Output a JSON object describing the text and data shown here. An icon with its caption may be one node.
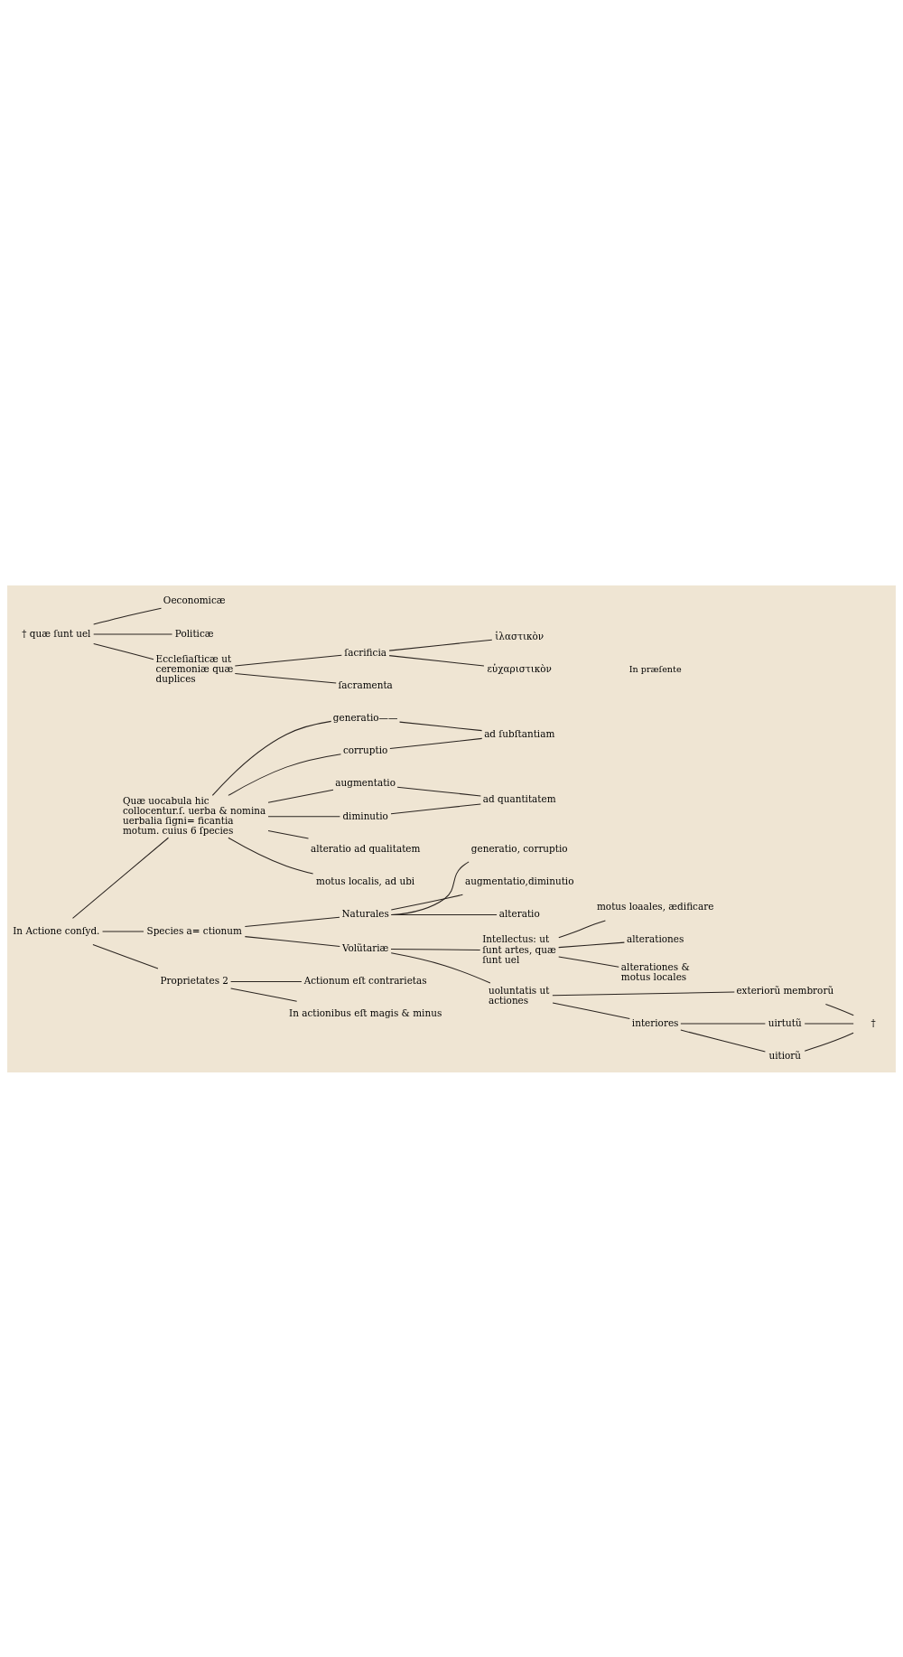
{
  "diagram": {
    "nodes": [
      {
        "text": [
          "In Actione conſyd."
        ]
      },
      {
        "text": [
          "Quæ uocabula hic collocentur.ſ. uerba & nomina uerbalia ſigni= ficantia motum. cuius 6 ſpecies"
        ]
      },
      {
        "text": [
          "generatio——"
        ]
      },
      {
        "text": [
          "corruptio"
        ]
      },
      {
        "text": [
          "augmentatio"
        ]
      },
      {
        "text": [
          "diminutio"
        ]
      },
      {
        "text": [
          "alteratio ad qualitatem"
        ]
      },
      {
        "text": [
          "motus localis, ad ubi"
        ]
      },
      {
        "text": [
          "ad ſubſtantiam"
        ]
      },
      {
        "text": [
          "ad quantitatem"
        ]
      },
      {
        "text": [
          "Species a= ctionum"
        ]
      },
      {
        "text": [
          "Naturales"
        ]
      },
      {
        "text": [
          "generatio, corruptio"
        ]
      },
      {
        "text": [
          "augmentatio,diminutio"
        ]
      },
      {
        "text": [
          "alteratio"
        ]
      },
      {
        "text": [
          "Volũtariæ"
        ]
      },
      {
        "text": [
          "Intellectus: ut ſunt artes, quæ ſunt uel"
        ]
      },
      {
        "text": [
          "motus loaales, ædificare"
        ]
      },
      {
        "text": [
          "alterationes"
        ]
      },
      {
        "text": [
          "alterationes & motus locales"
        ]
      },
      {
        "text": [
          "uoluntatis ut actiones"
        ]
      },
      {
        "text": [
          "exteriorũ membrorũ"
        ]
      },
      {
        "text": [
          "interiores"
        ]
      },
      {
        "text": [
          "uirtutũ"
        ]
      },
      {
        "text": [
          "uitiorũ"
        ]
      },
      {
        "text": [
          "†"
        ]
      },
      {
        "text": [
          "Proprietates 2"
        ]
      },
      {
        "text": [
          "Actionum eſt contrarietas"
        ]
      },
      {
        "text": [
          "In actionibus eſt magis & minus"
        ]
      },
      {
        "text": [
          "† quæ ſunt uel"
        ]
      },
      {
        "text": [
          "Oeconomicæ"
        ]
      },
      {
        "text": [
          "Politicæ"
        ]
      },
      {
        "text": [
          "Eccleſiaſticæ ut ceremoniæ quæ duplices"
        ]
      },
      {
        "text": [
          "ſacrificia"
        ]
      },
      {
        "text": [
          "ſacramenta"
        ]
      },
      {
        "text": [
          "ἱλαστικὸν"
        ]
      },
      {
        "text": [
          "εὐχαριστικὸν"
        ]
      }
    ],
    "edges": [
      {
        "from": 0,
        "to": 1,
        "arrow": "none"
      },
      {
        "from": 0,
        "to": 10,
        "arrow": "none"
      },
      {
        "from": 0,
        "to": 26,
        "arrow": "none"
      },
      {
        "from": 1,
        "to": 2,
        "arrow": "none"
      },
      {
        "from": 1,
        "to": 3,
        "arrow": "none"
      },
      {
        "from": 1,
        "to": 4,
        "arrow": "none"
      },
      {
        "from": 1,
        "to": 5,
        "arrow": "none"
      },
      {
        "from": 1,
        "to": 6,
        "arrow": "none"
      },
      {
        "from": 1,
        "to": 7,
        "arrow": "none"
      },
      {
        "from": 2,
        "to": 8,
        "arrow": "none"
      },
      {
        "from": 3,
        "to": 8,
        "arrow": "none"
      },
      {
        "from": 4,
        "to": 9,
        "arrow": "none"
      },
      {
        "from": 5,
        "to": 9,
        "arrow": "none"
      },
      {
        "from": 10,
        "to": 11,
        "arrow": "none"
      },
      {
        "from": 10,
        "to": 15,
        "arrow": "none"
      },
      {
        "from": 11,
        "to": 12,
        "arrow": "none"
      },
      {
        "from": 11,
        "to": 13,
        "arrow": "none"
      },
      {
        "from": 11,
        "to": 14,
        "arrow": "none"
      },
      {
        "from": 15,
        "to": 16,
        "arrow": "none"
      },
      {
        "from": 15,
        "to": 20,
        "arrow": "none"
      },
      {
        "from": 16,
        "to": 17,
        "arrow": "none"
      },
      {
        "from": 16,
        "to": 18,
        "arrow": "none"
      },
      {
        "from": 16,
        "to": 19,
        "arrow": "none"
      },
      {
        "from": 20,
        "to": 21,
        "arrow": "none"
      },
      {
        "from": 20,
        "to": 22,
        "arrow": "none"
      },
      {
        "from": 22,
        "to": 23,
        "arrow": "none"
      },
      {
        "from": 22,
        "to": 24,
        "arrow": "none"
      },
      {
        "from": 21,
        "to": 25,
        "arrow": "none"
      },
      {
        "from": 23,
        "to": 25,
        "arrow": "none"
      },
      {
        "from": 24,
        "to": 25,
        "arrow": "none"
      },
      {
        "from": 26,
        "to": 27,
        "arrow": "none"
      },
      {
        "from": 26,
        "to": 28,
        "arrow": "none"
      },
      {
        "from": 29,
        "to": 30,
        "arrow": "none"
      },
      {
        "from": 29,
        "to": 31,
        "arrow": "none"
      },
      {
        "from": 29,
        "to": 32,
        "arrow": "none"
      },
      {
        "from": 32,
        "to": 33,
        "arrow": "none"
      },
      {
        "from": 32,
        "to": 34,
        "arrow": "none"
      },
      {
        "from": 33,
        "to": 35,
        "arrow": "none"
      },
      {
        "from": 33,
        "to": 36,
        "arrow": "none"
      }
    ],
    "labels": [
      "In præſente"
    ]
  }
}
